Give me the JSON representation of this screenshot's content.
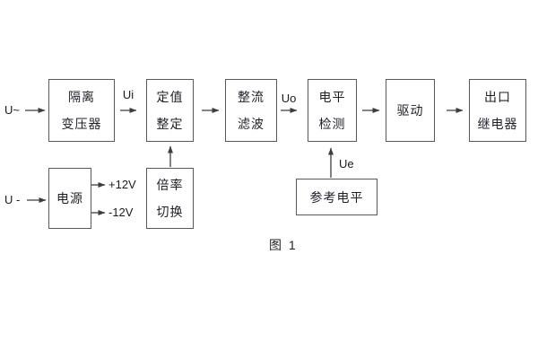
{
  "diagram": {
    "caption": "图 1",
    "inputs": {
      "ac_label": "U~",
      "dc_label": "U -"
    },
    "signal_labels": {
      "ui": "Ui",
      "uo": "Uo",
      "ue": "Ue"
    },
    "power_rails": {
      "positive": "+12V",
      "negative": "-12V"
    },
    "blocks": {
      "isolation_transformer": {
        "line1": "隔离",
        "line2": "变压器"
      },
      "value_setting": {
        "line1": "定值",
        "line2": "整定"
      },
      "rectifier_filter": {
        "line1": "整流",
        "line2": "滤波"
      },
      "level_detection": {
        "line1": "电平",
        "line2": "检测"
      },
      "driver": {
        "line1": "驱动"
      },
      "output_relay": {
        "line1": "出口",
        "line2": "继电器"
      },
      "power_supply": {
        "line1": "电源"
      },
      "ratio_switch": {
        "line1": "倍率",
        "line2": "切换"
      },
      "reference_level": {
        "line1": "参考电平"
      }
    },
    "colors": {
      "line": "#3d3d3d",
      "border": "#58595b",
      "text": "#1f1f28",
      "background": "#ffffff"
    }
  }
}
